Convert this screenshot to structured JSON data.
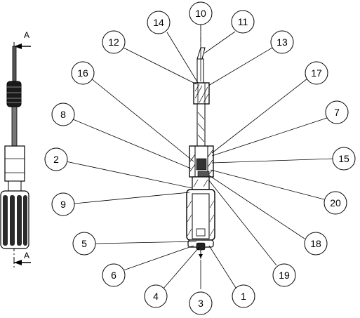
{
  "section_view": {
    "label_top": "A",
    "label_bottom": "A"
  },
  "balloons": [
    {
      "id": "b1",
      "label": "1"
    },
    {
      "id": "b2",
      "label": "2"
    },
    {
      "id": "b3",
      "label": "3"
    },
    {
      "id": "b4",
      "label": "4"
    },
    {
      "id": "b5",
      "label": "5"
    },
    {
      "id": "b6",
      "label": "6"
    },
    {
      "id": "b7",
      "label": "7"
    },
    {
      "id": "b8",
      "label": "8"
    },
    {
      "id": "b9",
      "label": "9"
    },
    {
      "id": "b10",
      "label": "10"
    },
    {
      "id": "b11",
      "label": "11"
    },
    {
      "id": "b12",
      "label": "12"
    },
    {
      "id": "b13",
      "label": "13"
    },
    {
      "id": "b14",
      "label": "14"
    },
    {
      "id": "b15",
      "label": "15"
    },
    {
      "id": "b16",
      "label": "16"
    },
    {
      "id": "b17",
      "label": "17"
    },
    {
      "id": "b18",
      "label": "18"
    },
    {
      "id": "b19",
      "label": "19"
    },
    {
      "id": "b20",
      "label": "20"
    }
  ]
}
